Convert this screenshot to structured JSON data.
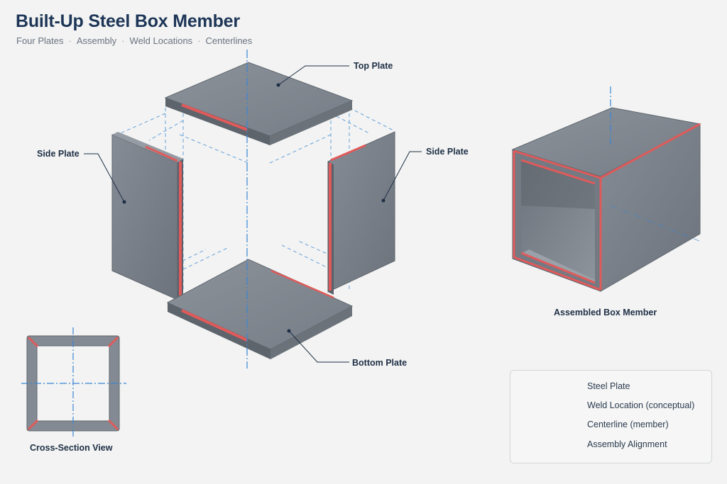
{
  "title": "Built-Up Steel Box Member",
  "subtitle": [
    "Four Plates",
    "Assembly",
    "Weld Locations",
    "Centerlines"
  ],
  "callouts": {
    "top_plate": "Top Plate",
    "side_plate_left": "Side Plate",
    "side_plate_right": "Side Plate",
    "bottom_plate": "Bottom Plate"
  },
  "captions": {
    "assembled": "Assembled Box Member",
    "cross_section": "Cross-Section View"
  },
  "legend": [
    {
      "label": "Steel Plate",
      "kind": "steel-plate-swatch"
    },
    {
      "label": "Weld Location (conceptual)",
      "kind": "weld-line-swatch"
    },
    {
      "label": "Centerline (member)",
      "kind": "centerline-swatch"
    },
    {
      "label": "Assembly Alignment",
      "kind": "alignment-swatch"
    }
  ],
  "colors": {
    "steel": "#7f868f",
    "steel_edge": "#5f666e",
    "weld": "#e05a5a",
    "centerline": "#3a86d6",
    "title": "#1d3557"
  }
}
